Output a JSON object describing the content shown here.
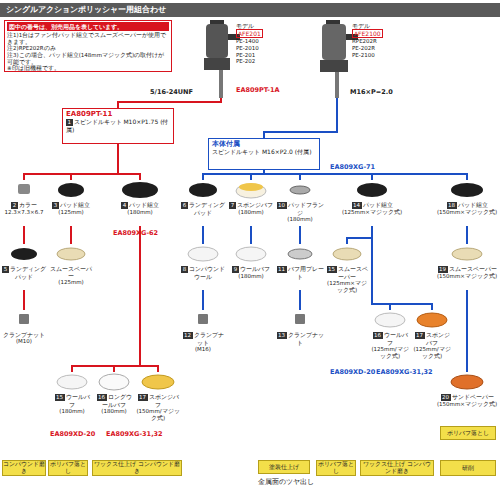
{
  "diagram": {
    "title": "シングルアクションポリッシャー用組合わせ",
    "nodes": [
      {
        "text": [
          "図中の番号は、別売用品を表しています。",
          "注1)1台はファン付パッド組立でスムーズペーパーが使用できます。",
          "注2)RPE202Rのみ",
          "注3)この場合、パッド組立(148mmマジック式)の取付けが可能です。",
          "※印は旧機種です。"
        ]
      },
      {
        "text": [
          "モデル",
          "AFE201",
          "PE-1400",
          "PE-2010",
          "PE-201",
          "PE-202"
        ]
      },
      {
        "text": [
          "モデル",
          "AFE2100",
          "RPE202R",
          "PE-202R",
          "PE-2100"
        ]
      },
      {
        "text": [
          "EA809PT-11",
          "1",
          "スピンドルキット M10×P1.75 (付属)"
        ]
      },
      {
        "text": [
          "本体付属",
          "スピンドルキット M16×P2.0 (付属)"
        ]
      },
      {
        "text": [
          "2",
          "カラー",
          "12.3×7.3×6.7"
        ]
      },
      {
        "text": [
          "3",
          "パッド組立",
          "(125mm)"
        ]
      },
      {
        "text": [
          "4",
          "パッド組立",
          "(180mm)"
        ]
      },
      {
        "text": [
          "6",
          "ランディングパッド"
        ]
      },
      {
        "text": [
          "7",
          "スポンジバフ",
          "(180mm)"
        ]
      },
      {
        "text": [
          "10",
          "パッドフランジ",
          "(180mm)"
        ]
      },
      {
        "text": [
          "14",
          "パッド組立",
          "(125mm×マジック式)"
        ]
      },
      {
        "text": [
          "18",
          "パッド組立",
          "(150mm×マジック式)"
        ]
      },
      {
        "text": [
          "5",
          "ランディングパッド"
        ]
      },
      {
        "text": [
          "スムースペーパー",
          "(125mm)"
        ]
      },
      {
        "text": [
          "8",
          "コンパウンドウール"
        ]
      },
      {
        "text": [
          "9",
          "ウールバフ",
          "(180mm)"
        ]
      },
      {
        "text": [
          "11",
          "バフ用プレート"
        ]
      },
      {
        "text": [
          "15",
          "スムースペーパー",
          "(125mm×マジック式)"
        ]
      },
      {
        "text": [
          "19",
          "スムースペーパー",
          "(150mm×マジック式)"
        ]
      },
      {
        "text": [
          "クランプナット",
          "(M10)"
        ]
      },
      {
        "text": [
          "12",
          "クランプナット",
          "(M16)"
        ]
      },
      {
        "text": [
          "13",
          "クランプナット"
        ]
      },
      {
        "text": [
          "16",
          "ウールバフ",
          "(125mm/マジック式)"
        ]
      },
      {
        "text": [
          "17",
          "スポンジバフ",
          "(125mm/マジック式)"
        ]
      },
      {
        "text": [
          "20",
          "サンドペーパー",
          "(150mm×マジック式)"
        ]
      },
      {
        "text": [
          "15",
          "ウールバフ",
          "(180mm)"
        ]
      },
      {
        "text": [
          "16",
          "ロングウールバフ",
          "(180mm)"
        ]
      },
      {
        "text": [
          "17",
          "スポンジバフ",
          "(150mm/マジック式)"
        ]
      },
      {
        "text": [
          "コンパウンド磨き"
        ]
      },
      {
        "text": [
          "ポリバフ落とし"
        ]
      },
      {
        "text": [
          "ワックス仕上げ コンパウンド磨き"
        ]
      },
      {
        "text": [
          "塗装仕上げ"
        ]
      },
      {
        "text": [
          "ポリバフ落とし"
        ]
      },
      {
        "text": [
          "ワックス仕上げ コンパウンド磨き"
        ]
      },
      {
        "text": [
          "ポリバフ落とし"
        ]
      },
      {
        "text": [
          "研削"
        ]
      }
    ],
    "edges": [
      {
        "from": 1,
        "to": 3,
        "arrow": "none"
      },
      {
        "from": 3,
        "to": 5,
        "arrow": "none"
      },
      {
        "from": 3,
        "to": 6,
        "arrow": "none"
      },
      {
        "from": 3,
        "to": 7,
        "arrow": "none"
      },
      {
        "from": 5,
        "to": 13,
        "arrow": "none"
      },
      {
        "from": 13,
        "to": 20,
        "arrow": "none"
      },
      {
        "from": 6,
        "to": 14,
        "arrow": "none"
      },
      {
        "from": 7,
        "to": 26,
        "arrow": "none"
      },
      {
        "from": 7,
        "to": 27,
        "arrow": "none"
      },
      {
        "from": 7,
        "to": 28,
        "arrow": "none"
      },
      {
        "from": 2,
        "to": 4,
        "arrow": "none"
      },
      {
        "from": 4,
        "to": 8,
        "arrow": "none"
      },
      {
        "from": 4,
        "to": 9,
        "arrow": "none"
      },
      {
        "from": 4,
        "to": 10,
        "arrow": "none"
      },
      {
        "from": 4,
        "to": 11,
        "arrow": "none"
      },
      {
        "from": 4,
        "to": 12,
        "arrow": "none"
      },
      {
        "from": 8,
        "to": 15,
        "arrow": "none"
      },
      {
        "from": 15,
        "to": 21,
        "arrow": "none"
      },
      {
        "from": 9,
        "to": 16,
        "arrow": "none"
      },
      {
        "from": 10,
        "to": 17,
        "arrow": "none"
      },
      {
        "from": 17,
        "to": 22,
        "arrow": "none"
      },
      {
        "from": 11,
        "to": 18,
        "arrow": "none"
      },
      {
        "from": 11,
        "to": 23,
        "arrow": "none"
      },
      {
        "from": 11,
        "to": 24,
        "arrow": "none"
      },
      {
        "from": 12,
        "to": 19,
        "arrow": "none"
      },
      {
        "from": 19,
        "to": 25,
        "arrow": "none"
      }
    ],
    "labels": [
      "5/16-24UNF",
      "EA809PT-1A",
      "M16×P=2.0",
      "EA809XG-62",
      "EA809XG-71",
      "EA809XD-20",
      "EA809XG-31,32",
      "EA809XD-20",
      "EA809XG-31,32",
      "金属面のツヤ出し"
    ]
  }
}
